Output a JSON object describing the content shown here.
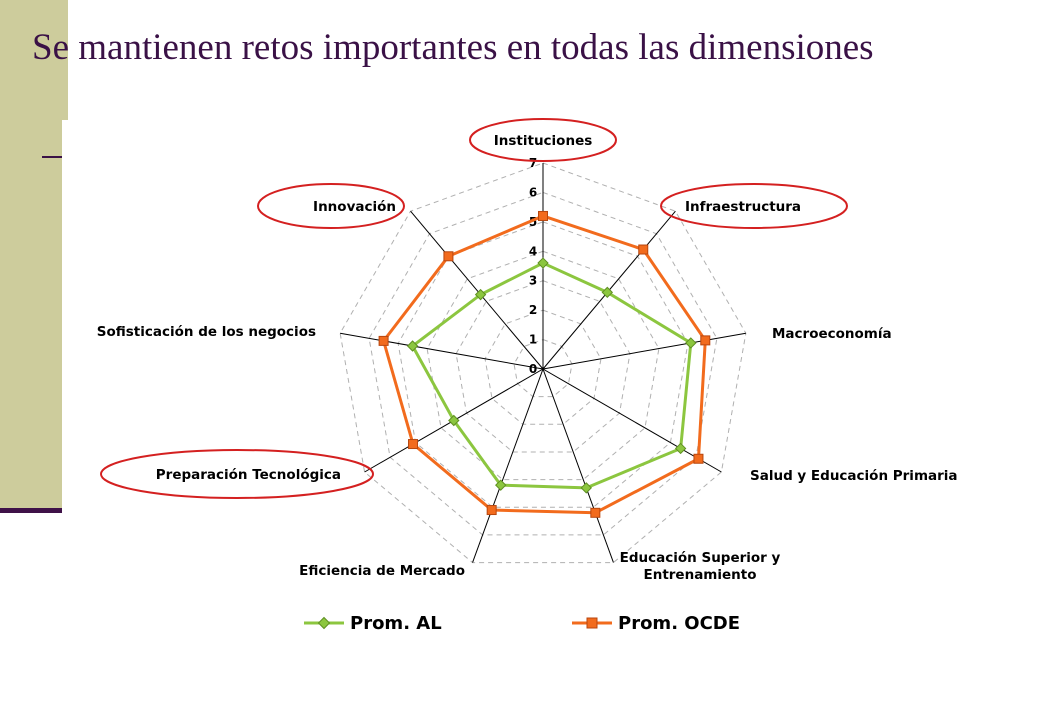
{
  "slide": {
    "title": "Se mantienen retos importantes en todas las dimensiones"
  },
  "colors": {
    "title": "#3a1146",
    "side_band": "#cdcc9c",
    "highlight_ellipse": "#d42020",
    "grid": "#b0b0b0",
    "axis": "#000000"
  },
  "chart_data": {
    "type": "radar",
    "categories": [
      "Instituciones",
      "Infraestructura",
      "Macroeconomía",
      "Salud y Educación Primaria",
      "Educación Superior y Entrenamiento",
      "Eficiencia de Mercado",
      "Preparación Tecnológica",
      "Sofisticación de los negocios",
      "Innovación"
    ],
    "category_lines": [
      [
        "Instituciones"
      ],
      [
        "Infraestructura"
      ],
      [
        "Macroeconomía"
      ],
      [
        "Salud y Educación Primaria"
      ],
      [
        "Educación Superior y",
        "Entrenamiento"
      ],
      [
        "Eficiencia de Mercado"
      ],
      [
        "Preparación Tecnológica"
      ],
      [
        "Sofisticación de los negocios"
      ],
      [
        "Innovación"
      ]
    ],
    "highlighted": [
      "Instituciones",
      "Infraestructura",
      "Preparación Tecnológica",
      "Innovación"
    ],
    "rlim": [
      0,
      7
    ],
    "ticks": [
      "0",
      "1",
      "2",
      "3",
      "4",
      "5",
      "6",
      "7"
    ],
    "gridlines": true,
    "legend_position": "bottom",
    "series": [
      {
        "name": "Prom. AL",
        "color": "#8cc63f",
        "marker": "diamond",
        "values": [
          3.6,
          3.4,
          5.1,
          5.4,
          4.3,
          4.2,
          3.5,
          4.5,
          3.3
        ]
      },
      {
        "name": "Prom. OCDE",
        "color": "#f26b1d",
        "marker": "square",
        "values": [
          5.2,
          5.3,
          5.6,
          6.1,
          5.2,
          5.1,
          5.1,
          5.5,
          5.0
        ]
      }
    ]
  }
}
